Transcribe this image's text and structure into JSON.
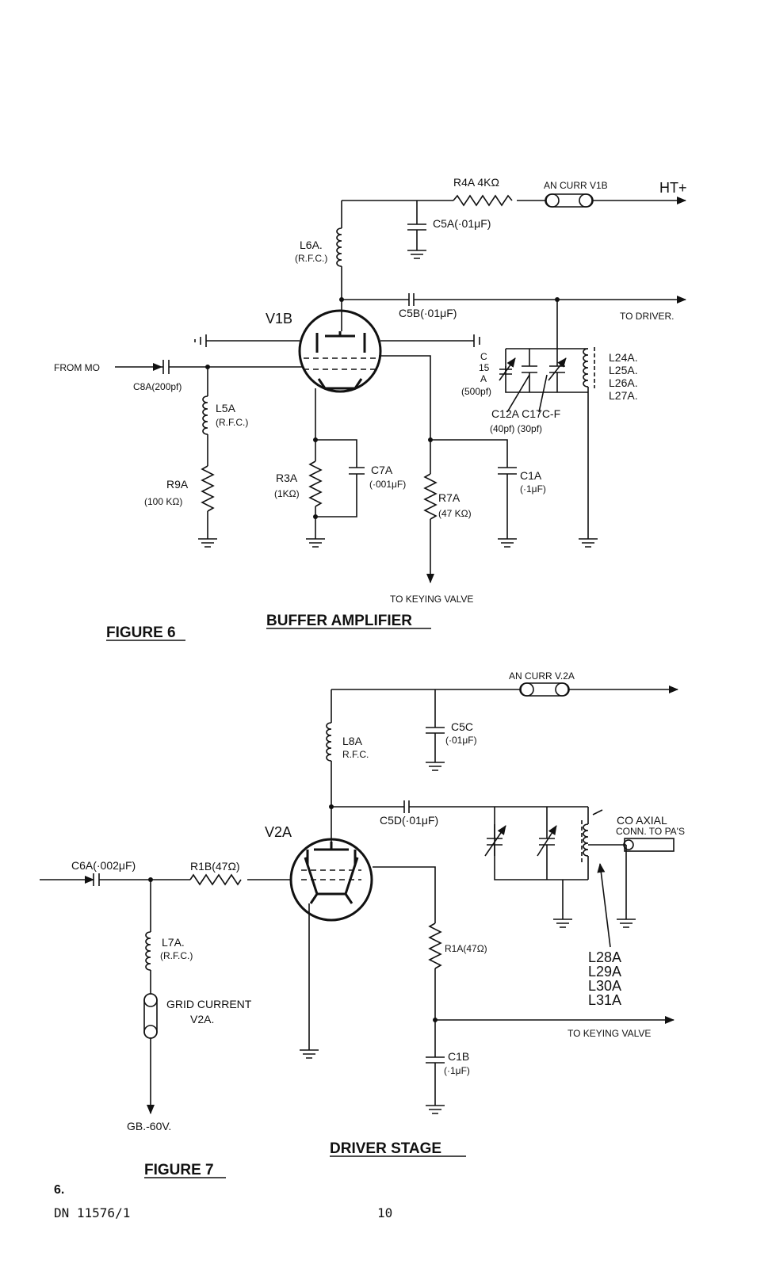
{
  "fig6": {
    "title": "BUFFER AMPLIFIER",
    "figure": "FIGURE 6",
    "valve": "V1B",
    "from_mo": "FROM MO",
    "ht": "HT+",
    "to_driver": "TO DRIVER.",
    "to_keying": "TO KEYING VALVE",
    "r4a": "R4A  4KΩ",
    "an_curr": "AN CURR V1B",
    "c5a": "C5A(·01μF)",
    "l6a_1": "L6A.",
    "l6a_2": "(R.F.C.)",
    "c5b": "C5B(·01μF)",
    "c8a": "C8A(200pf)",
    "l5a_1": "L5A",
    "l5a_2": "(R.F.C.)",
    "r9a_1": "R9A",
    "r9a_2": "(100 KΩ)",
    "r3a_1": "R3A",
    "r3a_2": "(1KΩ)",
    "c7a_1": "C7A",
    "c7a_2": "(·001μF)",
    "r7a_1": "R7A",
    "r7a_2": "(47 KΩ)",
    "c1a_1": "C1A",
    "c1a_2": "(·1μF)",
    "c15a_1": "C",
    "c15a_2": "15",
    "c15a_3": "A",
    "c15a_4": "(500pf)",
    "c12a_1": "C12A  C17C-F",
    "c12a_2": "(40pf)  (30pf)",
    "l24": "L24A.",
    "l25": "L25A.",
    "l26": "L26A.",
    "l27": "L27A."
  },
  "fig7": {
    "title": "DRIVER STAGE",
    "figure": "FIGURE 7",
    "valve": "V2A",
    "an_curr": "AN CURR V.2A",
    "c5c_1": "C5C",
    "c5c_2": "(·01μF)",
    "l8a_1": "L8A",
    "l8a_2": "R.F.C.",
    "c5d": "C5D(·01μF)",
    "coax_1": "CO AXIAL",
    "coax_2": "CONN. TO PA'S",
    "c6a": "C6A(·002μF)",
    "r1b": "R1B(47Ω)",
    "l7a_1": "L7A.",
    "l7a_2": "(R.F.C.)",
    "grid_1": "GRID CURRENT",
    "grid_2": "V2A.",
    "r1a": "R1A(47Ω)",
    "l28": "L28A",
    "l29": "L29A",
    "l30": "L30A",
    "l31": "L31A",
    "to_keying": "TO KEYING VALVE",
    "c1b_1": "C1B",
    "c1b_2": "(·1μF)",
    "gb": "GB.-60V."
  },
  "footer": {
    "section": "6.",
    "doc_ref": "DN 11576/1",
    "page_number": "10"
  }
}
